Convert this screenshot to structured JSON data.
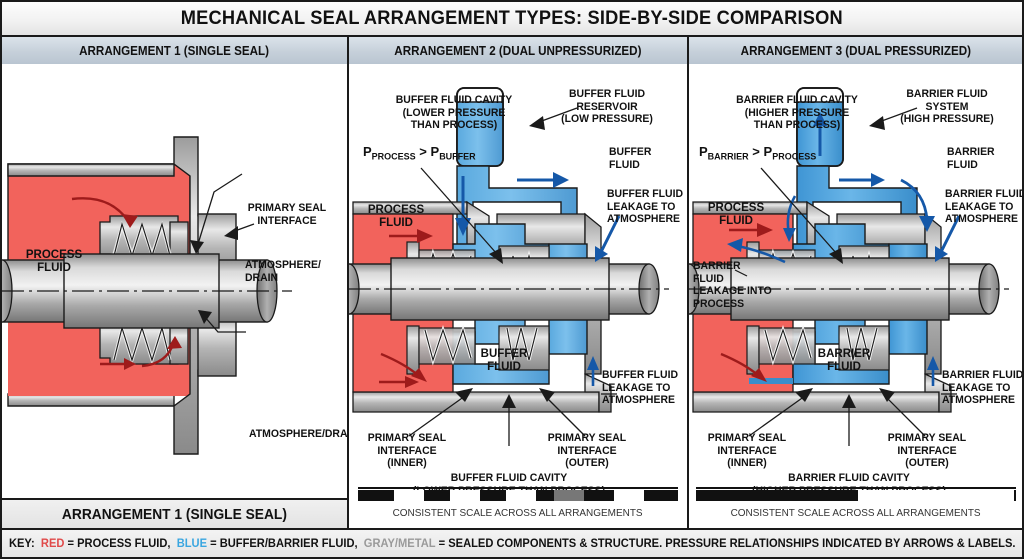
{
  "title": "MECHANICAL SEAL ARRANGEMENT TYPES: SIDE-BY-SIDE COMPARISON",
  "headers": [
    "ARRANGEMENT 1 (SINGLE SEAL)",
    "ARRANGEMENT 2 (DUAL UNPRESSURIZED)",
    "ARRANGEMENT 3 (DUAL PRESSURIZED)"
  ],
  "panel1": {
    "caption": "ARRANGEMENT 1 (SINGLE SEAL)",
    "fluid_label": "PROCESS\nFLUID",
    "labels": {
      "primary_seal": "PRIMARY SEAL\nINTERFACE",
      "atmosphere_top": "ATMOSPHERE/\nDRAIN",
      "atmosphere_bottom": "ATMOSPHERE/DRAIN"
    }
  },
  "panel2": {
    "scale_caption": "CONSISTENT SCALE ACROSS ALL ARRANGEMENTS",
    "pressure_eq": "PPROCESS > PBUFFER",
    "pressure_eq_parts": {
      "a_main": "P",
      "a_sub": "PROCESS",
      "op": " > ",
      "b_main": "P",
      "b_sub": "BUFFER"
    },
    "process_fluid_label": "PROCESS\nFLUID",
    "cavity_fluid_label": "BUFFER\nFLUID",
    "labels": {
      "cavity_top": "BUFFER FLUID CAVITY\n(LOWER PRESSURE\nTHAN PROCESS)",
      "reservoir": "BUFFER FLUID\nRESERVOIR\n(LOW PRESSURE)",
      "buffer_fluid": "BUFFER\nFLUID",
      "leak_atm_top": "BUFFER FLUID\nLEAKAGE TO\nATMOSPHERE",
      "leak_atm_bottom": "BUFFER FLUID\nLEAKAGE TO\nATMOSPHERE",
      "seal_inner": "PRIMARY SEAL\nINTERFACE\n(INNER)",
      "seal_outer": "PRIMARY SEAL\nINTERFACE\n(OUTER)",
      "cavity_bottom": "BUFFER FLUID CAVITY\n(LOWER PRESSURE THAN PROCESS)"
    }
  },
  "panel3": {
    "scale_caption": "CONSISTENT SCALE ACROSS ALL ARRANGEMENTS",
    "pressure_eq": "PBARRIER > PPROCESS",
    "pressure_eq_parts": {
      "a_main": "P",
      "a_sub": "BARRIER",
      "op": " > ",
      "b_main": "P",
      "b_sub": "PROCESS"
    },
    "process_fluid_label": "PROCESS\nFLUID",
    "cavity_fluid_label": "BARRIER\nFLUID",
    "labels": {
      "cavity_top": "BARRIER FLUID CAVITY\n(HIGHER PRESSURE\nTHAN PROCESS)",
      "reservoir": "BARRIER FLUID\nSYSTEM\n(HIGH PRESSURE)",
      "barrier_fluid": "BARRIER\nFLUID",
      "leak_atm_top": "BARRIER FLUID\nLEAKAGE TO\nATMOSPHERE",
      "leak_into_process": "BARRIER\nFLUID\nLEAKAGE INTO\nPROCESS",
      "leak_atm_bottom": "BARRIER FLUID\nLEAKAGE TO\nATMOSPHERE",
      "seal_inner": "PRIMARY SEAL\nINTERFACE\n(INNER)",
      "seal_outer": "PRIMARY SEAL\nINTERFACE\n(OUTER)",
      "cavity_bottom": "BARRIER FLUID CAVITY\n(HIGHER PRESSURE THAN PROCESS)"
    }
  },
  "key": {
    "prefix": "KEY:",
    "red_word": "RED",
    "red_text": "= PROCESS FLUID,",
    "blue_word": "BLUE",
    "blue_text": "= BUFFER/BARRIER FLUID,",
    "gray_word": "GRAY/METAL",
    "gray_text": "= SEALED COMPONENTS & STRUCTURE. PRESSURE RELATIONSHIPS INDICATED BY ARROWS & LABELS."
  },
  "colors": {
    "process_red": "#F2635C",
    "fluid_blue": "#6DB8E8",
    "fluid_blue_dark": "#2E86C8",
    "metal_gray": "#A8A8A8",
    "header_band": "#C6D0DA",
    "outline": "#1a1a1a"
  },
  "scale_segments_2": [
    {
      "color": "#111",
      "w": 34
    },
    {
      "color": "#fff",
      "w": 30
    },
    {
      "color": "#111",
      "w": 26
    },
    {
      "color": "#fff",
      "w": 30
    },
    {
      "color": "#111",
      "w": 26
    },
    {
      "color": "#fff",
      "w": 30
    },
    {
      "color": "#111",
      "w": 18
    },
    {
      "color": "#777",
      "w": 30
    },
    {
      "color": "#111",
      "w": 30
    },
    {
      "color": "#fff",
      "w": 30
    },
    {
      "color": "#111",
      "w": 32
    }
  ],
  "scale_segments_3": [
    {
      "color": "#111",
      "w": 160
    },
    {
      "color": "#fff",
      "w": 156
    }
  ]
}
